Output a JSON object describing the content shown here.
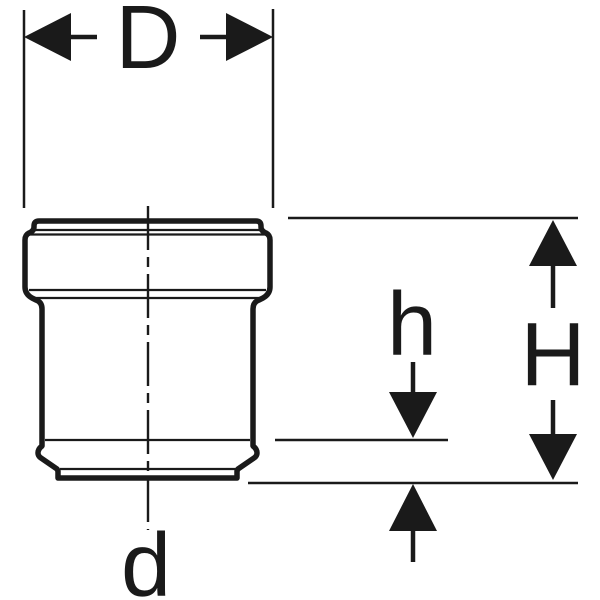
{
  "figure": {
    "type": "technical line drawing",
    "subject": "pipe-fitting-with-dimension-arrows",
    "labels": {
      "top_diameter": "D",
      "overall_height": "H",
      "partial_height": "h",
      "bottom_diameter": "d"
    },
    "colors": {
      "line": "#1a1a1a",
      "background": "#ffffff"
    }
  }
}
